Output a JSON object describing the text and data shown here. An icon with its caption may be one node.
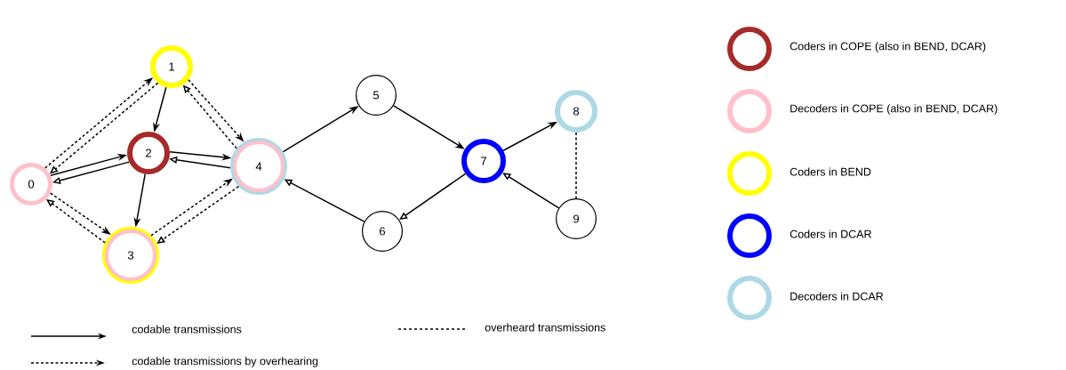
{
  "diagram": {
    "nodes": [
      {
        "text": [
          "0"
        ]
      },
      {
        "text": [
          "1"
        ]
      },
      {
        "text": [
          "2"
        ]
      },
      {
        "text": [
          "3"
        ]
      },
      {
        "text": [
          "4"
        ]
      },
      {
        "text": [
          "5"
        ]
      },
      {
        "text": [
          "6"
        ]
      },
      {
        "text": [
          "7"
        ]
      },
      {
        "text": [
          "8"
        ]
      },
      {
        "text": [
          "9"
        ]
      }
    ],
    "edges": [
      {
        "from": 0,
        "to": 1,
        "arrow": "to",
        "style": "dashed"
      },
      {
        "from": 1,
        "to": 0,
        "arrow": "to",
        "style": "dashed"
      },
      {
        "from": 1,
        "to": 2,
        "arrow": "to"
      },
      {
        "from": 0,
        "to": 2,
        "arrow": "to"
      },
      {
        "from": 2,
        "to": 0,
        "arrow": "to"
      },
      {
        "from": 2,
        "to": 4,
        "arrow": "to"
      },
      {
        "from": 4,
        "to": 2,
        "arrow": "to"
      },
      {
        "from": 2,
        "to": 3,
        "arrow": "to"
      },
      {
        "from": 0,
        "to": 3,
        "arrow": "to",
        "style": "dashed"
      },
      {
        "from": 3,
        "to": 0,
        "arrow": "to",
        "style": "dashed"
      },
      {
        "from": 1,
        "to": 4,
        "arrow": "to",
        "style": "dashed"
      },
      {
        "from": 4,
        "to": 1,
        "arrow": "to",
        "style": "dashed"
      },
      {
        "from": 3,
        "to": 4,
        "arrow": "to",
        "style": "dashed"
      },
      {
        "from": 4,
        "to": 3,
        "arrow": "to",
        "style": "dashed"
      },
      {
        "from": 4,
        "to": 5,
        "arrow": "to"
      },
      {
        "from": 5,
        "to": 7,
        "arrow": "to"
      },
      {
        "from": 7,
        "to": 6,
        "arrow": "to"
      },
      {
        "from": 6,
        "to": 4,
        "arrow": "to"
      },
      {
        "from": 7,
        "to": 8,
        "arrow": "to"
      },
      {
        "from": 9,
        "to": 7,
        "arrow": "to"
      },
      {
        "from": 8,
        "to": 9,
        "arrow": "none",
        "style": "dashed"
      }
    ],
    "legend": [
      {
        "text": "Coders in COPE (also in BEND, DCAR)",
        "color": "#a52a2a"
      },
      {
        "text": "Decoders in COPE (also in BEND, DCAR)",
        "color": "#ffc0cb"
      },
      {
        "text": "Coders in BEND",
        "color": "#ffff00"
      },
      {
        "text": "Coders in DCAR",
        "color": "#0000ff"
      },
      {
        "text": "Decoders in DCAR",
        "color": "#add8e6"
      },
      {
        "text": "codable transmissions"
      },
      {
        "text": "overheard transmissions"
      },
      {
        "text": "codable transmissions by overhearing"
      }
    ]
  }
}
